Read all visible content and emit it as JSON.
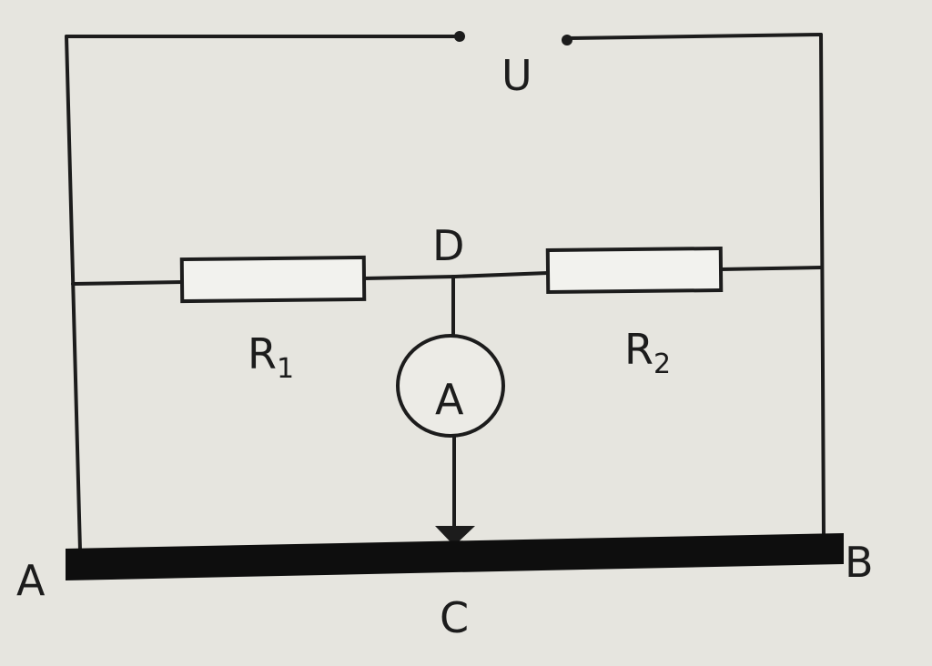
{
  "diagram": {
    "labels": {
      "source": "U",
      "node_d": "D",
      "node_a": "A",
      "node_b": "B",
      "node_c": "C",
      "meter": "A"
    },
    "resistors": [
      {
        "letter": "R",
        "subscript": "1"
      },
      {
        "letter": "R",
        "subscript": "2"
      }
    ],
    "colors": {
      "background": "#e6e5df",
      "ink": "#1c1c1c"
    }
  }
}
